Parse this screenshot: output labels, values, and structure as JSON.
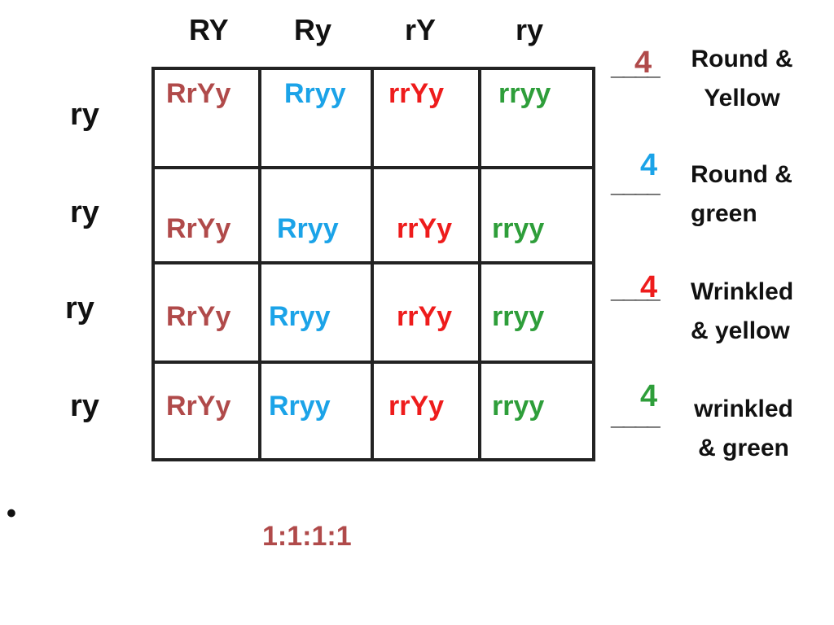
{
  "column_headers": [
    "RY",
    "Ry",
    "rY",
    "ry"
  ],
  "row_headers": [
    "ry",
    "ry",
    "ry",
    "ry"
  ],
  "grid": [
    [
      "RrYy",
      "Rryy",
      "rrYy",
      "rryy"
    ],
    [
      "RrYy",
      "Rryy",
      "rrYy",
      "rryy"
    ],
    [
      "RrYy",
      "Rryy",
      "rrYy",
      "rryy"
    ],
    [
      "RrYy",
      "Rryy",
      "rrYy",
      "rryy"
    ]
  ],
  "phenotypes": [
    {
      "count": "4",
      "blank": "____",
      "line1": "Round &",
      "line2": "Yellow",
      "color": "#b04a4a"
    },
    {
      "count": "4",
      "blank": "____",
      "line1": "Round &",
      "line2": "green",
      "color": "#1ba3e8"
    },
    {
      "count": "4",
      "blank": "____",
      "line1": "Wrinkled",
      "line2": "& yellow",
      "color": "#ee1c1c"
    },
    {
      "count": "4",
      "blank": "____",
      "line1": "wrinkled",
      "line2": "& green",
      "color": "#2e9e3a"
    }
  ],
  "ratio": "1:1:1:1",
  "bullet": "•",
  "colors": {
    "RrYy": "#b04a4a",
    "Rryy": "#1ba3e8",
    "rrYy": "#ee1c1c",
    "rryy": "#2e9e3a"
  }
}
